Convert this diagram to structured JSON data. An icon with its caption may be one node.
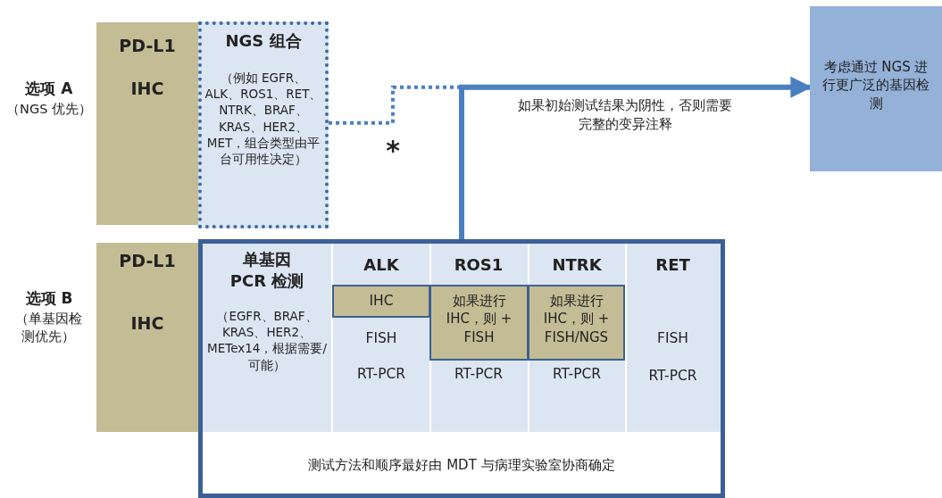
{
  "diagram": {
    "nodes": [
      {
        "text": [
          "PD-L1",
          "IHC"
        ]
      },
      {
        "text": [
          "NGS 组合",
          "（例如 EGFR、ALK、ROS1、RET、NTRK、BRAF、KRAS、HER2、MET，组合类型由平台可用性决定）"
        ]
      },
      {
        "text": [
          "PD-L1",
          "IHC"
        ]
      },
      {
        "text": [
          "测试方法和顺序最好由 MDT 与病理实验室协商确定"
        ]
      },
      {
        "text": [
          "IHC"
        ],
        "in": 3
      },
      {
        "text": [
          "如果进行 IHC，则 + FISH"
        ],
        "in": 3
      },
      {
        "text": [
          "如果进行 IHC，则 + FISH/NGS"
        ],
        "in": 3
      },
      {
        "text": [
          "考虑通过 NGS 进行更广泛的基因检测"
        ]
      }
    ],
    "edges": [
      {
        "from": 1,
        "to": 7,
        "arrow": "to",
        "style": "dashed",
        "label": "*"
      },
      {
        "from": 3,
        "to": 7,
        "arrow": "to",
        "label": "如果初始测试结果为阴性，否则需要完整的变异注释"
      }
    ],
    "labels": [
      "选项 A",
      "（NGS 优先）",
      "选项 B",
      "（单基因检测优先）",
      "单基因 PCR 检测",
      "ALK",
      "ROS1",
      "NTRK",
      "RET",
      "（EGFR、BRAF、KRAS、HER2、METex14，根据需要/可能）",
      "FISH",
      "FISH",
      "RT-PCR",
      "RT-PCR",
      "RT-PCR",
      "RT-PCR"
    ]
  }
}
